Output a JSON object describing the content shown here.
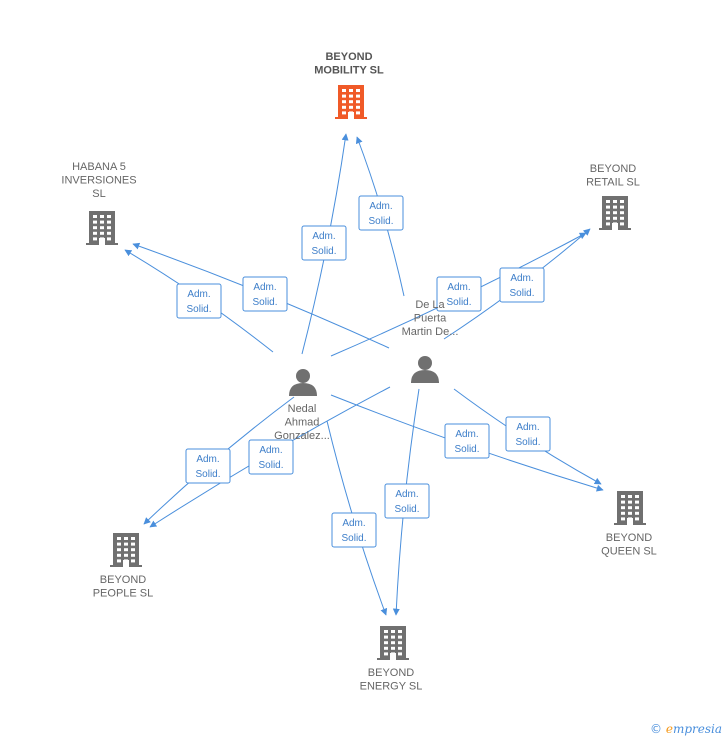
{
  "accent_color": "#4a8fdc",
  "highlight_color": "#f05a28",
  "node_color": "#707070",
  "badge_label": [
    "Adm.",
    "Solid."
  ],
  "companies": [
    {
      "id": "beyond-mobility",
      "label": [
        "BEYOND",
        "MOBILITY SL"
      ],
      "highlight": true,
      "icon": "building-icon"
    },
    {
      "id": "habana-5",
      "label": [
        "HABANA 5",
        "INVERSIONES",
        "SL"
      ],
      "highlight": false,
      "icon": "building-icon"
    },
    {
      "id": "beyond-retail",
      "label": [
        "BEYOND",
        "RETAIL  SL"
      ],
      "highlight": false,
      "icon": "building-icon"
    },
    {
      "id": "beyond-people",
      "label": [
        "BEYOND",
        "PEOPLE SL"
      ],
      "highlight": false,
      "icon": "building-icon"
    },
    {
      "id": "beyond-energy",
      "label": [
        "BEYOND",
        "ENERGY  SL"
      ],
      "highlight": false,
      "icon": "building-icon"
    },
    {
      "id": "beyond-queen",
      "label": [
        "BEYOND",
        "QUEEN  SL"
      ],
      "highlight": false,
      "icon": "building-icon"
    }
  ],
  "persons": [
    {
      "id": "nedal",
      "label": [
        "Nedal",
        "Ahmad",
        "Gonzalez..."
      ],
      "icon": "person-icon"
    },
    {
      "id": "de-la-puerta",
      "label": [
        "De La",
        "Puerta",
        "Martin De..."
      ],
      "icon": "person-icon"
    }
  ],
  "relations": [
    {
      "from": "nedal",
      "to": "beyond-mobility",
      "label": "Adm. Solid."
    },
    {
      "from": "de-la-puerta",
      "to": "beyond-mobility",
      "label": "Adm. Solid."
    },
    {
      "from": "nedal",
      "to": "habana-5",
      "label": "Adm. Solid."
    },
    {
      "from": "de-la-puerta",
      "to": "habana-5",
      "label": "Adm. Solid."
    },
    {
      "from": "nedal",
      "to": "beyond-retail",
      "label": "Adm. Solid."
    },
    {
      "from": "de-la-puerta",
      "to": "beyond-retail",
      "label": "Adm. Solid."
    },
    {
      "from": "nedal",
      "to": "beyond-people",
      "label": "Adm. Solid."
    },
    {
      "from": "de-la-puerta",
      "to": "beyond-people",
      "label": "Adm. Solid."
    },
    {
      "from": "nedal",
      "to": "beyond-energy",
      "label": "Adm. Solid."
    },
    {
      "from": "de-la-puerta",
      "to": "beyond-energy",
      "label": "Adm. Solid."
    },
    {
      "from": "nedal",
      "to": "beyond-queen",
      "label": "Adm. Solid."
    },
    {
      "from": "de-la-puerta",
      "to": "beyond-queen",
      "label": "Adm. Solid."
    }
  ],
  "footer": {
    "copyright": "©",
    "brand_first": "e",
    "brand_rest": "mpresia"
  }
}
